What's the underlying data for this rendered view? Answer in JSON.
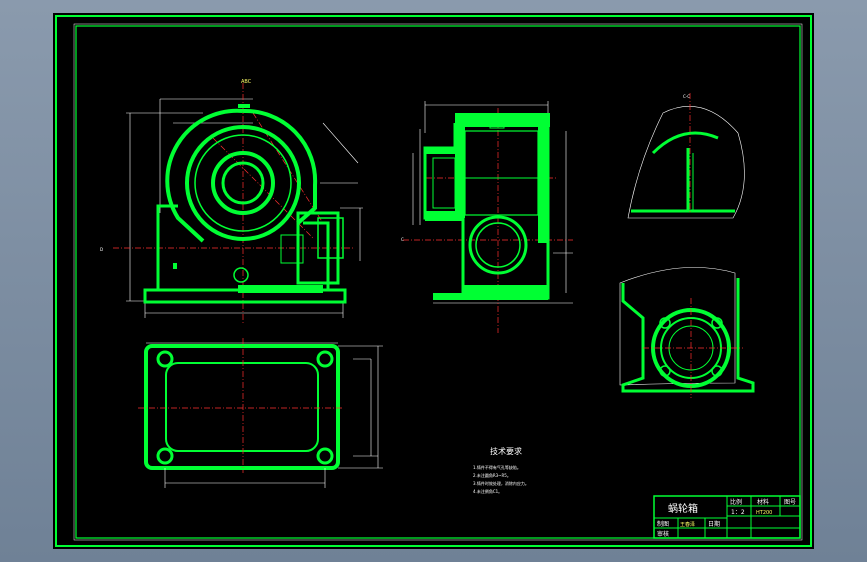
{
  "tech_requirements": {
    "title": "技术要求",
    "notes": [
      "1.铸件不得有气孔等缺陷。",
      "2.未注圆角R3~R5。",
      "3.铸件时效处理，消除内应力。",
      "4.未注倒角C1。"
    ]
  },
  "title_block": {
    "part_name": "蜗轮箱",
    "col_scale": "比例",
    "col_material": "材料",
    "col_drawing_no": "图号",
    "scale": "1：2",
    "material": "HT200",
    "drawn_by_label": "制图",
    "drawn_by": "王春泽",
    "checked_label": "审核",
    "date_label": "日期",
    "date": "",
    "checker": "",
    "sheet": ""
  },
  "colors": {
    "frame": "#00ff33",
    "dimension": "#ffffff",
    "centerline": "#ff3030",
    "text_yellow": "#ffff66",
    "background": "#000000"
  }
}
